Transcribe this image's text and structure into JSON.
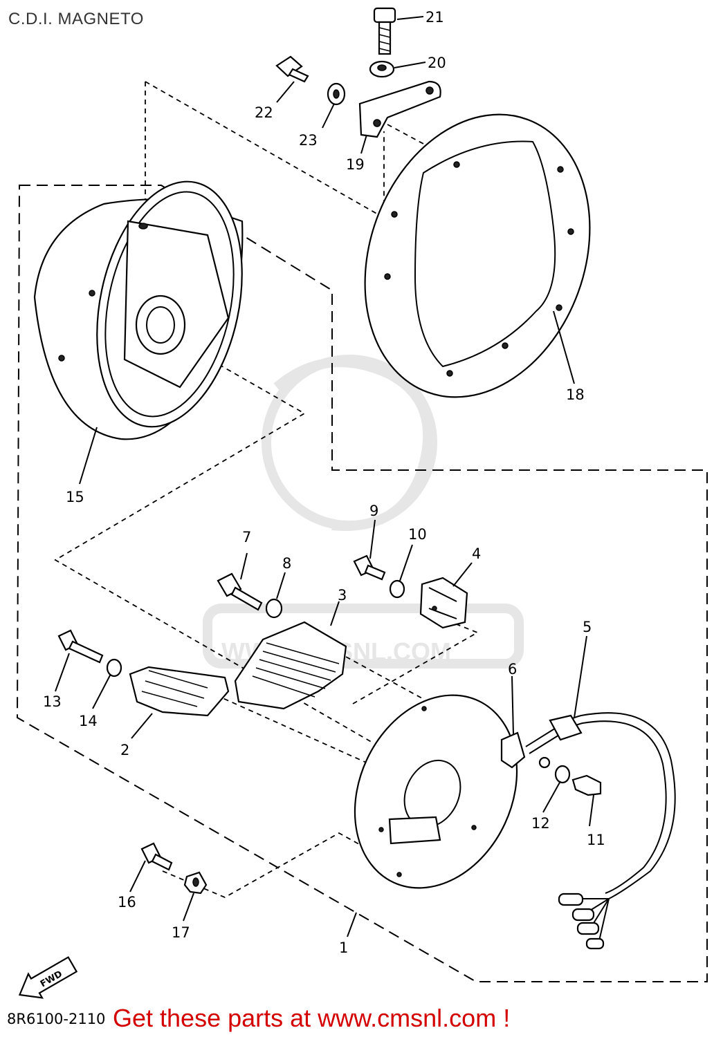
{
  "title": "C.D.I. MAGNETO",
  "watermark_text": "WWW.CMSNL.COM",
  "part_labels": [
    {
      "id": "label-1",
      "text": "1"
    },
    {
      "id": "label-2",
      "text": "2"
    },
    {
      "id": "label-3",
      "text": "3"
    },
    {
      "id": "label-4",
      "text": "4"
    },
    {
      "id": "label-5",
      "text": "5"
    },
    {
      "id": "label-6",
      "text": "6"
    },
    {
      "id": "label-7",
      "text": "7"
    },
    {
      "id": "label-8",
      "text": "8"
    },
    {
      "id": "label-9",
      "text": "9"
    },
    {
      "id": "label-10",
      "text": "10"
    },
    {
      "id": "label-11",
      "text": "11"
    },
    {
      "id": "label-12",
      "text": "12"
    },
    {
      "id": "label-13",
      "text": "13"
    },
    {
      "id": "label-14",
      "text": "14"
    },
    {
      "id": "label-15",
      "text": "15"
    },
    {
      "id": "label-16",
      "text": "16"
    },
    {
      "id": "label-17",
      "text": "17"
    },
    {
      "id": "label-18",
      "text": "18"
    },
    {
      "id": "label-19",
      "text": "19"
    },
    {
      "id": "label-20",
      "text": "20"
    },
    {
      "id": "label-21",
      "text": "21"
    },
    {
      "id": "label-22",
      "text": "22"
    },
    {
      "id": "label-23",
      "text": "23"
    }
  ],
  "fwd_label": "FWD",
  "part_code": "8R6100-2110",
  "promo_text": "Get these parts at www.cmsnl.com !",
  "colors": {
    "promo": "#d40000",
    "ink": "#000000",
    "watermark": "#e6e6e6"
  }
}
